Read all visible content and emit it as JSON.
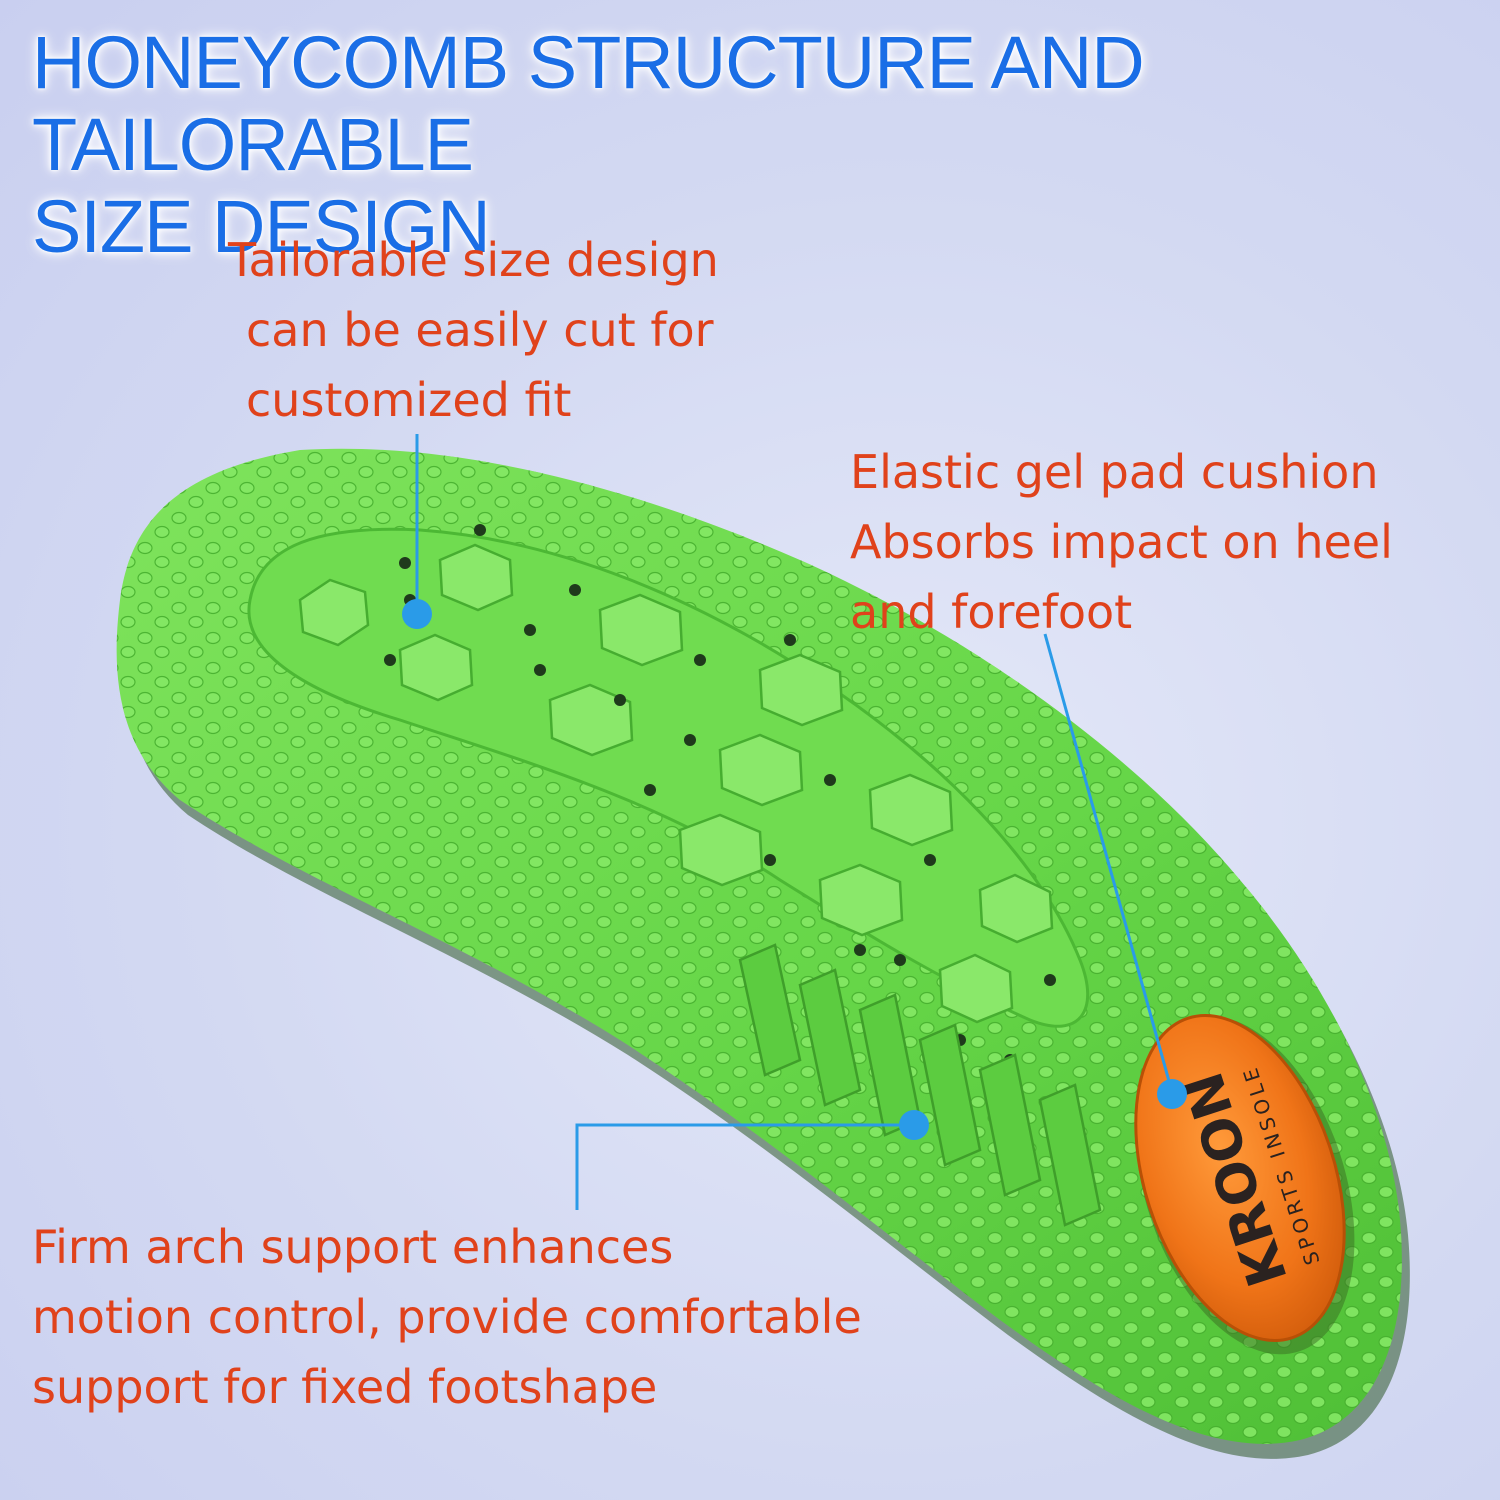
{
  "title": {
    "line1": "HONEYCOMB STRUCTURE AND TAILORABLE",
    "line2": "SIZE DESIGN"
  },
  "callouts": {
    "tailorable": {
      "line1": "Tailorable size design",
      "line2": "can be easily cut for",
      "line3": "customized fit"
    },
    "gel_pad": {
      "line1": "Elastic gel pad cushion",
      "line2": "Absorbs impact on heel",
      "line3": "and forefoot"
    },
    "arch": {
      "line1": "Firm arch support enhances",
      "line2": "motion control, provide comfortable",
      "line3": "support for fixed footshape"
    }
  },
  "heel_pad_logo": {
    "brand": "KROON",
    "tagline": "SPORTS INSOLE"
  },
  "colors": {
    "title": "#1a6ee6",
    "callout_text": "#e0421b",
    "leader_line": "#2a9be8",
    "insole_green": "#67d84a",
    "heel_pad_orange": "#f07418",
    "background": "#d3d9f2"
  }
}
